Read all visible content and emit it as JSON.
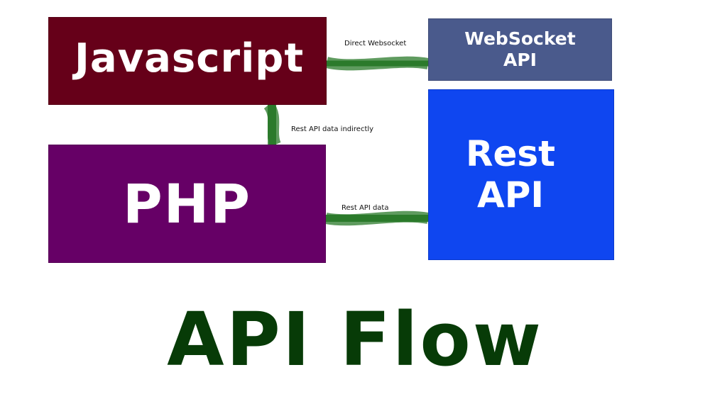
{
  "boxes": {
    "javascript": {
      "label": "Javascript",
      "color": "#660019"
    },
    "websocket": {
      "label": "WebSocket\nAPI",
      "color": "#4a5a8c"
    },
    "php": {
      "label": "PHP",
      "color": "#660066"
    },
    "rest": {
      "label": "Rest\nAPI",
      "color": "#0f46f0"
    }
  },
  "connectors": {
    "direct_websocket": "Direct Websocket",
    "rest_indirect": "Rest API data indirectly",
    "rest_data": "Rest API data",
    "stroke_color": "#1f6e1f"
  },
  "title": "API Flow",
  "title_color": "#073b07"
}
